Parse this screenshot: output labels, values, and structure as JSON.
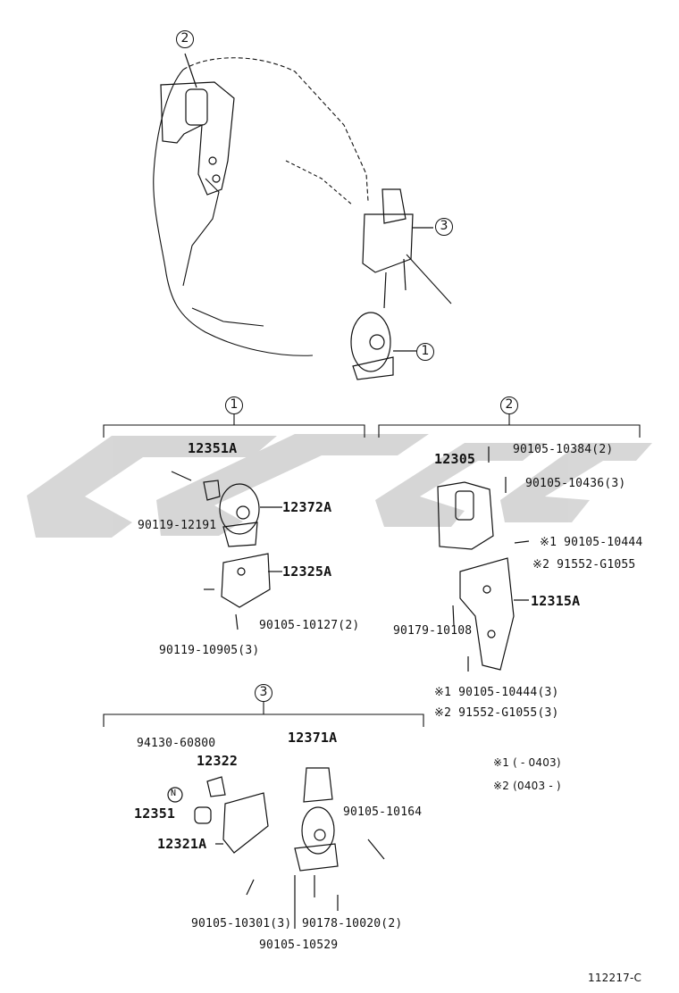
{
  "diagram_id": "112217-C",
  "callouts": {
    "c1": "1",
    "c2": "2",
    "c3": "3"
  },
  "colors": {
    "line": "#111111",
    "watermark": "#d0d0d0"
  },
  "group1": {
    "header": "1",
    "parts": {
      "p12351A": "12351A",
      "p12372A": "12372A",
      "p12325A": "12325A",
      "p90119_12191": "90119-12191",
      "p90105_10127": "90105-10127(2)",
      "p90119_10905": "90119-10905(3)"
    }
  },
  "group2": {
    "header": "2",
    "parts": {
      "p12305": "12305",
      "p90105_10384": "90105-10384(2)",
      "p90105_10436": "90105-10436(3)",
      "p90105_10444_a": "※1 90105-10444",
      "p91552_G1055_a": "※2 91552-G1055",
      "p12315A": "12315A",
      "p90179_10108": "90179-10108",
      "p90105_10444_b": "※1 90105-10444(3)",
      "p91552_G1055_b": "※2 91552-G1055(3)"
    }
  },
  "group3": {
    "header": "3",
    "parts": {
      "p12371A": "12371A",
      "p94130_60800": "94130-60800",
      "p12322": "12322",
      "p12351": "12351",
      "p12321A": "12321A",
      "p90105_10164": "90105-10164",
      "p90105_10301": "90105-10301(3)",
      "p90178_10020": "90178-10020(2)",
      "p90105_10529": "90105-10529",
      "nut_glyph": "N"
    }
  },
  "notes": {
    "n1": "※1 (     - 0403)",
    "n2": "※2 (0403 -       )"
  }
}
